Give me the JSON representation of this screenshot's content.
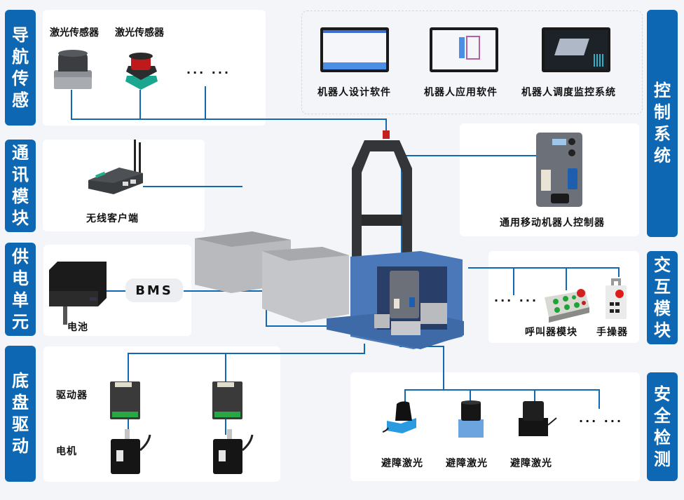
{
  "categories": {
    "navigation": "导航传感",
    "communication": "通讯模块",
    "power": "供电单元",
    "chassis": "底盘驱动",
    "control": "控制系统",
    "interaction": "交互模块",
    "safety": "安全检测"
  },
  "navigation": {
    "items": [
      {
        "label": "激光传感器",
        "icon": "lidar-sensor-gray-icon"
      },
      {
        "label": "激光传感器",
        "icon": "lidar-sensor-red-icon"
      }
    ],
    "more": "··· ···"
  },
  "communication": {
    "items": [
      {
        "label": "无线客户端",
        "icon": "wireless-router-icon"
      }
    ]
  },
  "power": {
    "battery_label": "电池",
    "bms_label": "BMS"
  },
  "chassis": {
    "driver_label": "驱动器",
    "motor_label": "电机"
  },
  "control": {
    "software": [
      {
        "label": "机器人设计软件",
        "icon": "design-software-monitor-icon"
      },
      {
        "label": "机器人应用软件",
        "icon": "application-software-monitor-icon"
      },
      {
        "label": "机器人调度监控系统",
        "icon": "dispatch-monitor-system-icon"
      }
    ],
    "controller_label": "通用移动机器人控制器"
  },
  "interaction": {
    "more": "··· ···",
    "items": [
      {
        "label": "呼叫器模块",
        "icon": "call-button-box-icon"
      },
      {
        "label": "手操器",
        "icon": "handheld-pendant-icon"
      }
    ]
  },
  "safety": {
    "items": [
      {
        "label": "避障激光",
        "icon": "obstacle-lidar-blue-icon"
      },
      {
        "label": "避障激光",
        "icon": "obstacle-lidar-lightblue-icon"
      },
      {
        "label": "避障激光",
        "icon": "obstacle-lidar-black-icon"
      }
    ],
    "more": "··· ···"
  },
  "colors": {
    "accent": "#0d67b3",
    "line": "#1169b4",
    "background": "#f3f5f9",
    "robot_body": "#4a78b8"
  }
}
